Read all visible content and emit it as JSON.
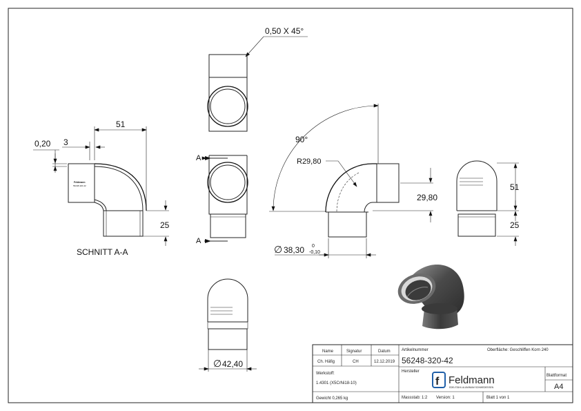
{
  "dimensions": {
    "chamfer": "0,50 X 45°",
    "wall": "0,20",
    "offset": "3",
    "width_51_top": "51",
    "height_25_left": "25",
    "angle": "90°",
    "radius": "R29,80",
    "leg_29_80": "29,80",
    "diameter_38": "38,30",
    "tol_upper": "0",
    "tol_lower": "-0,10",
    "height_51_right": "51",
    "height_25_right": "25",
    "diameter_42": "42,40",
    "diameter_symbol": "∅"
  },
  "labels": {
    "section_title": "SCHNITT A-A",
    "section_marker_top": "A",
    "section_marker_bottom": "A",
    "part_marking_1": "Feldmann",
    "part_marking_2": "56248-320-42"
  },
  "title_block": {
    "col_name": "Name",
    "col_signatur": "Signatur",
    "col_datum": "Datum",
    "row_name": "Ch. Häfig",
    "row_signatur": "CH",
    "row_datum": "12.12.2019",
    "werkstoff_label": "Werkstoff:",
    "werkstoff_value": "1.4301 (X5CrNi18-10)",
    "gewicht": "Gewicht 0,265 kg",
    "artikelnummer_label": "Artikelnummer",
    "oberflaeche": "Oberfläche: Geschliffen Korn 240",
    "artikelnummer": "56248-320-42",
    "hersteller_label": "Hersteller",
    "logo_letter": "f",
    "logo_name": "Feldmann",
    "logo_tagline": "EDELSTAHL ALUMINIUM SCHMIEDEEISEN",
    "blattformat_label": "Blattformat",
    "blattformat": "A4",
    "massstab": "Massstab: 1:2",
    "version": "Version: 1",
    "blatt": "Blatt 1 von 1"
  },
  "colors": {
    "line": "#222222",
    "logo_blue": "#1f5fa8"
  }
}
